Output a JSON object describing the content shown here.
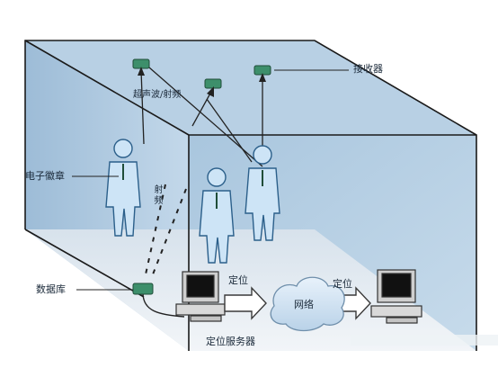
{
  "labels": {
    "receiver": "接收器",
    "ultrasonic_rf": "超声波/射频",
    "badge": "电子徽章",
    "rf_vertical": "射频",
    "database": "数据库",
    "locate_1": "定位",
    "network": "网络",
    "locate_2": "定位",
    "server": "定位服务器"
  },
  "colors": {
    "room_fill": "#c9dceb",
    "room_edge": "#1a1a1a",
    "floor_fill": "#e8eef4",
    "person_fill": "#cde4f6",
    "person_stroke": "#2b5f8a",
    "device": "#3d8f6b",
    "arrow_fill": "#ffffff",
    "arrow_stroke": "#3a3a3a"
  }
}
